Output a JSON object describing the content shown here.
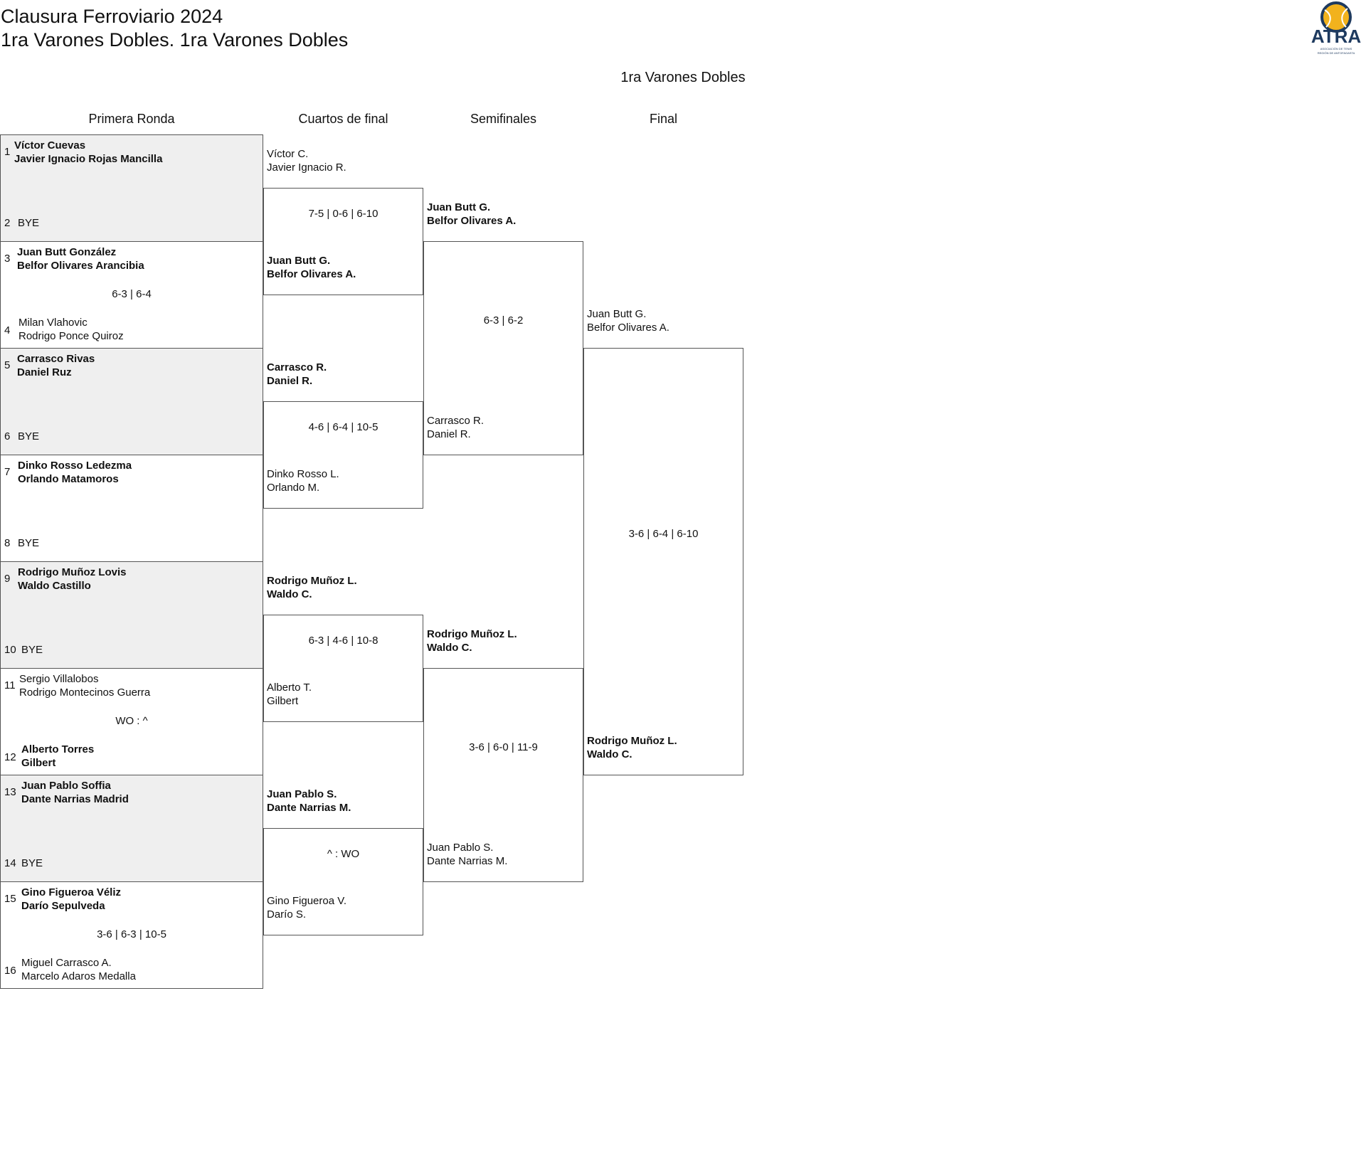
{
  "header": {
    "title_line1": "Clausura Ferroviario 2024",
    "title_line2": "1ra Varones Dobles. 1ra Varones Dobles",
    "draw_title": "1ra Varones Dobles",
    "logo_text": "ATRA",
    "logo_subtext": "ASOCIACIÓN DE TENIS REGIÓN DE ANTOFAGASTA"
  },
  "rounds": [
    "Primera Ronda",
    "Cuartos de final",
    "Semifinales",
    "Final"
  ],
  "first_round": [
    {
      "seed1": "1",
      "p1a": "Víctor Cuevas",
      "p1b": "Javier Ignacio Rojas Mancilla",
      "seed2": "2",
      "p2": "BYE",
      "score": ""
    },
    {
      "seed1": "3",
      "p1a": "Juan Butt González",
      "p1b": "Belfor Olivares Arancibia",
      "seed2": "4",
      "p2a": "Milan Vlahovic",
      "p2b": "Rodrigo Ponce Quiroz",
      "score": "6-3 | 6-4"
    },
    {
      "seed1": "5",
      "p1a": "Carrasco Rivas",
      "p1b": "Daniel Ruz",
      "seed2": "6",
      "p2": "BYE",
      "score": ""
    },
    {
      "seed1": "7",
      "p1a": "Dinko Rosso Ledezma",
      "p1b": "Orlando Matamoros",
      "seed2": "8",
      "p2": "BYE",
      "score": ""
    },
    {
      "seed1": "9",
      "p1a": "Rodrigo Muñoz Lovis",
      "p1b": "Waldo Castillo",
      "seed2": "10",
      "p2": "BYE",
      "score": ""
    },
    {
      "seed1": "11",
      "p1a": "Sergio Villalobos",
      "p1b": "Rodrigo Montecinos Guerra",
      "seed2": "12",
      "p2a": "Alberto Torres",
      "p2b": "Gilbert",
      "score": "WO : ^"
    },
    {
      "seed1": "13",
      "p1a": "Juan Pablo Soffia",
      "p1b": "Dante Narrias Madrid",
      "seed2": "14",
      "p2": "BYE",
      "score": ""
    },
    {
      "seed1": "15",
      "p1a": "Gino Figueroa Véliz",
      "p1b": "Darío Sepulveda",
      "seed2": "16",
      "p2a": "Miguel Carrasco A.",
      "p2b": "Marcelo Adaros Medalla",
      "score": "3-6 | 6-3 | 10-5"
    }
  ],
  "quarterfinals": [
    {
      "t1a": "Víctor C.",
      "t1b": "Javier Ignacio R.",
      "t2a": "Juan Butt G.",
      "t2b": "Belfor Olivares A.",
      "score": "7-5 | 0-6 | 6-10"
    },
    {
      "t1a": "Carrasco R.",
      "t1b": "Daniel R.",
      "t2a": "Dinko Rosso L.",
      "t2b": "Orlando M.",
      "score": "4-6 | 6-4 | 10-5"
    },
    {
      "t1a": "Rodrigo Muñoz L.",
      "t1b": "Waldo C.",
      "t2a": "Alberto T.",
      "t2b": "Gilbert",
      "score": "6-3 | 4-6 | 10-8"
    },
    {
      "t1a": "Juan Pablo S.",
      "t1b": "Dante Narrias M.",
      "t2a": "Gino Figueroa V.",
      "t2b": "Darío S.",
      "score": "^ : WO"
    }
  ],
  "semifinals": [
    {
      "t1a": "Juan Butt G.",
      "t1b": "Belfor Olivares A.",
      "t2a": "Carrasco R.",
      "t2b": "Daniel R.",
      "score": "6-3 | 6-2"
    },
    {
      "t1a": "Rodrigo Muñoz L.",
      "t1b": "Waldo C.",
      "t2a": "Juan Pablo S.",
      "t2b": "Dante Narrias M.",
      "score": "3-6 | 6-0 | 11-9"
    }
  ],
  "final": {
    "t1a": "Juan Butt G.",
    "t1b": "Belfor Olivares A.",
    "t2a": "Rodrigo Muñoz L.",
    "t2b": "Waldo C.",
    "score": "3-6 | 6-4 | 6-10"
  }
}
